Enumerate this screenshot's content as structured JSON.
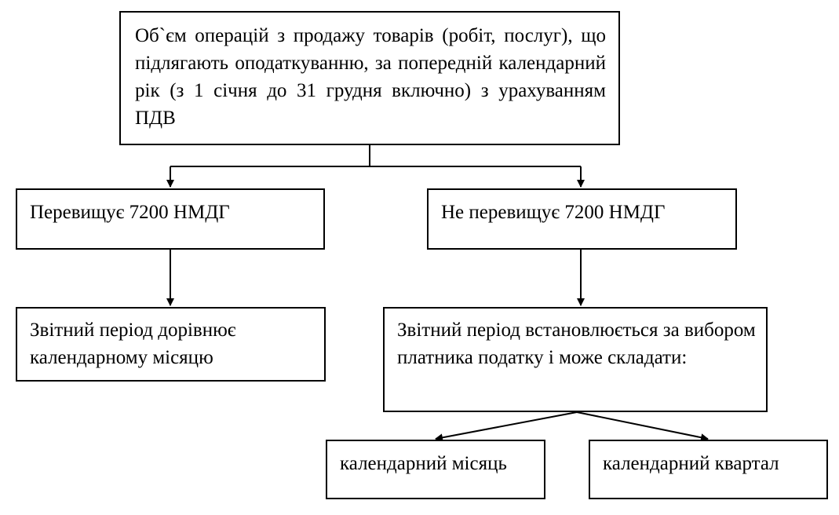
{
  "nodes": {
    "turnover": "Об`єм операцій з продажу товарів (робіт, послуг), що підлягають оподаткуванню, за попередній календарний рік (з 1 січня до 31 грудня включно) з урахуванням ПДВ",
    "exceeds": "Перевищує 7200 НМДГ",
    "not_exceeds": "Не перевищує 7200 НМДГ",
    "period_month": "Звітний період дорівнює календарному місяцю",
    "period_choice": "Звітний період встановлюється за вибором платника податку і може складати:",
    "option_month": "календарний місяць",
    "option_quarter": "календарний квартал"
  },
  "colors": {
    "line": "#000000",
    "box_border": "#000000",
    "background": "#ffffff"
  }
}
